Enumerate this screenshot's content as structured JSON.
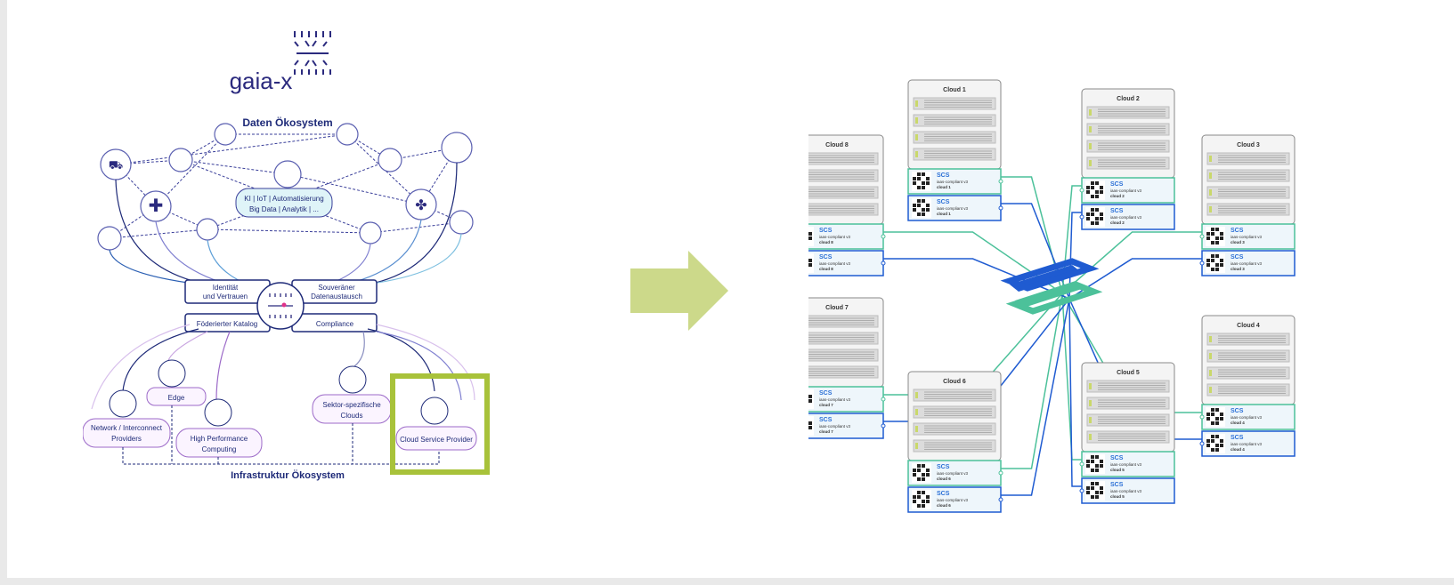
{
  "left": {
    "logo_text": "gaia-x",
    "title_top": "Daten Ökosystem",
    "center_bubble_line1": "KI | IoT | Automatisierung",
    "center_bubble_line2": "Big Data | Analytik | ...",
    "ring": {
      "tl_line1": "Identität",
      "tl_line2": "und Vertrauen",
      "tr_line1": "Souveräner",
      "tr_line2": "Datenaustausch",
      "bl": "Föderierter Katalog",
      "br": "Compliance"
    },
    "bottom_nodes": {
      "network_line1": "Network / Interconnect",
      "network_line2": "Providers",
      "edge": "Edge",
      "hpc_line1": "High Performance",
      "hpc_line2": "Computing",
      "sector_line1": "Sektor-spezifische",
      "sector_line2": "Clouds",
      "csp": "Cloud Service Provider"
    },
    "title_bottom": "Infrastruktur Ökosystem",
    "highlight_color": "#a8c23a"
  },
  "arrow": {
    "color": "#ccd98a"
  },
  "right": {
    "badge_logo": "SCS",
    "badge_line": "iaas-compliant v3",
    "clouds": [
      {
        "name": "Cloud 1",
        "badge1": "cloud 1",
        "badge2": "cloud 1"
      },
      {
        "name": "Cloud 2",
        "badge1": "cloud 2",
        "badge2": "cloud 2"
      },
      {
        "name": "Cloud 3",
        "badge1": "cloud 3",
        "badge2": "cloud 3"
      },
      {
        "name": "Cloud 4",
        "badge1": "cloud 4",
        "badge2": "cloud 4"
      },
      {
        "name": "Cloud 5",
        "badge1": "cloud 5",
        "badge2": "cloud 5"
      },
      {
        "name": "Cloud 6",
        "badge1": "cloud 6",
        "badge2": "cloud 6"
      },
      {
        "name": "Cloud 7",
        "badge1": "cloud 7",
        "badge2": "cloud 7"
      },
      {
        "name": "Cloud 8",
        "badge1": "cloud 8",
        "badge2": "cloud 8"
      }
    ],
    "colors": {
      "blue": "#1f5bd1",
      "teal": "#4cc19a"
    }
  }
}
